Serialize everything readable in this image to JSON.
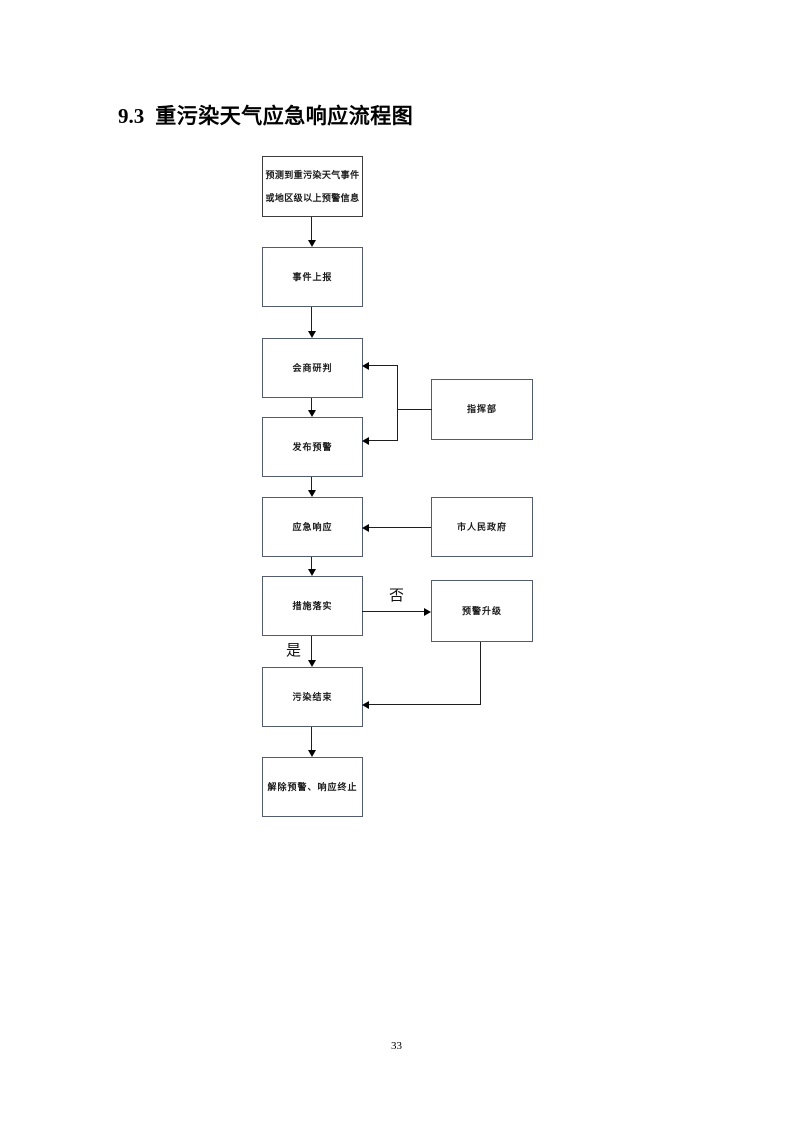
{
  "page": {
    "section_number": "9.3",
    "title": "重污染天气应急响应流程图",
    "page_number": "33"
  },
  "flowchart": {
    "nodes": {
      "forecast": {
        "line1": "预测到重污染天气事件",
        "line2": "或地区级以上预警信息"
      },
      "report": {
        "label": "事件上报"
      },
      "consult": {
        "label": "会商研判"
      },
      "issue": {
        "label": "发布预警"
      },
      "respond": {
        "label": "应急响应"
      },
      "implement": {
        "label": "措施落实"
      },
      "pollution_end": {
        "label": "污染结束"
      },
      "lift": {
        "label": "解除预警、响应终止"
      },
      "command": {
        "label": "指挥部"
      },
      "government": {
        "label": "市人民政府"
      },
      "upgrade": {
        "label": "预警升级"
      }
    },
    "edge_labels": {
      "no": "否",
      "yes": "是"
    }
  },
  "colors": {
    "box_border": "#525b70",
    "first_box_border": "#3d3d3d",
    "connector": "#1f1f1f",
    "text": "#1a1a1a"
  }
}
